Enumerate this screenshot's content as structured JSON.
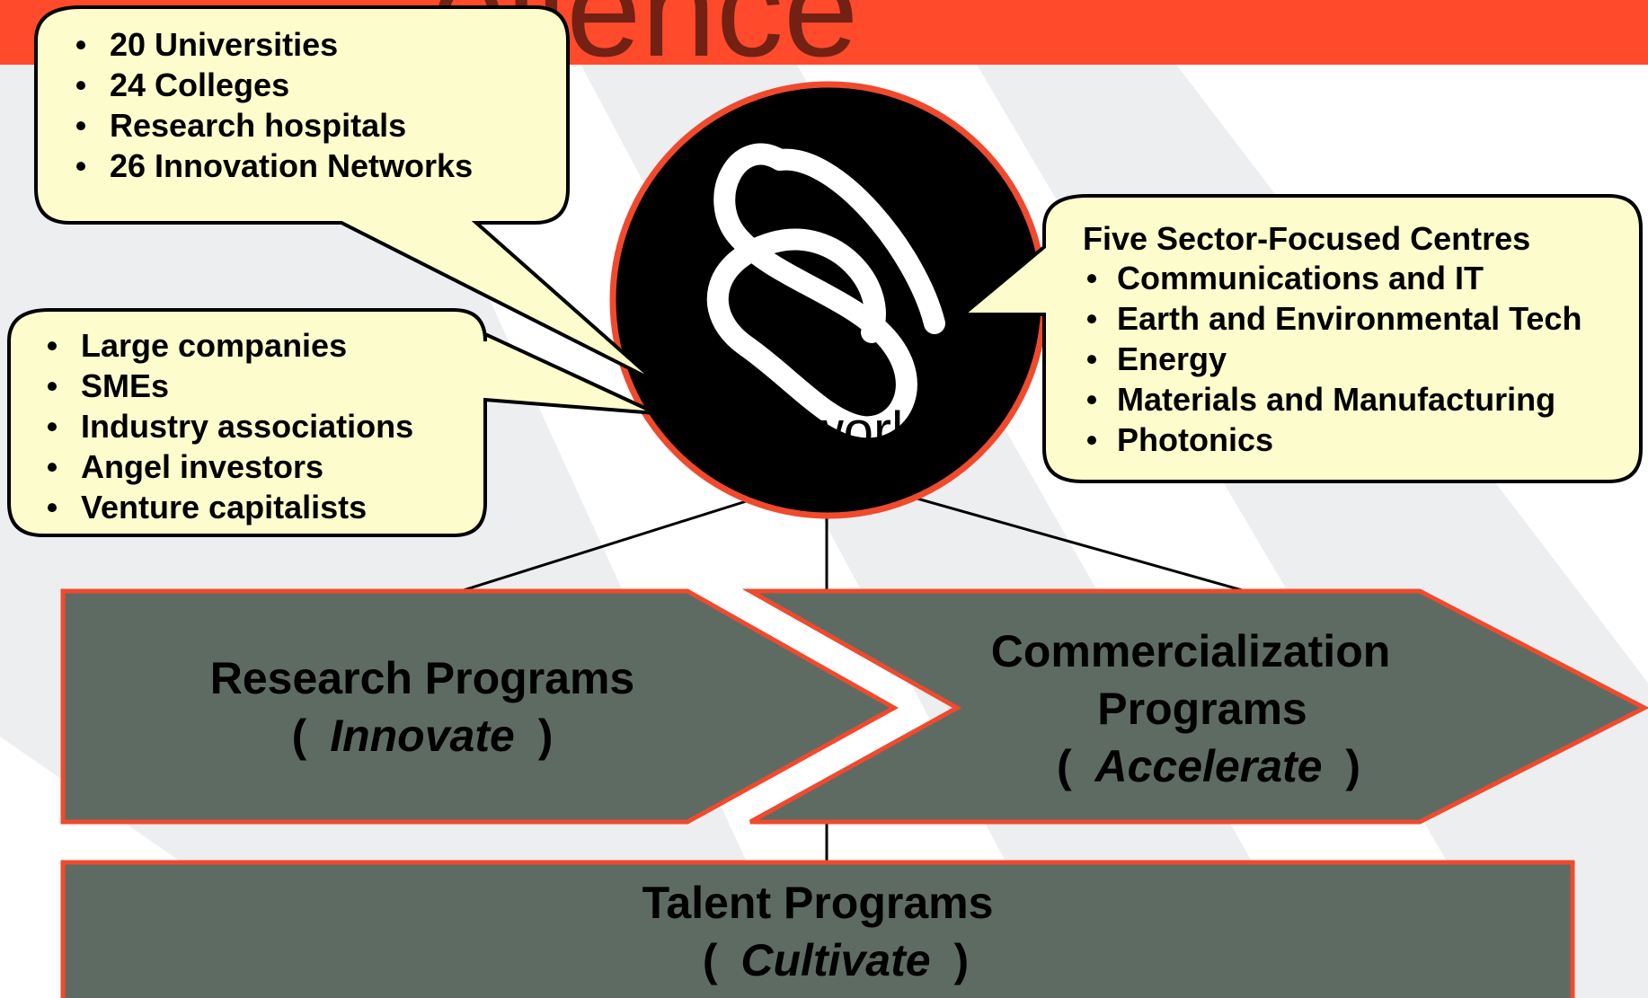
{
  "background": {
    "banner_word": "ellence",
    "banner_color": "#ff4a2c",
    "stripe_color": "#eceef0"
  },
  "hub": {
    "label": "Network",
    "fill": "#000000",
    "ring": "#f04a2e",
    "logo_icon": "network-swirl-icon"
  },
  "callouts": {
    "fill": "#fdfccd",
    "academic": [
      "20 Universities",
      "24 Colleges",
      "Research hospitals",
      "26 Innovation Networks"
    ],
    "industry": [
      "Large companies",
      "SMEs",
      "Industry associations",
      "Angel investors",
      "Venture capitalists"
    ],
    "centres": {
      "heading": "Five Sector-Focused Centres",
      "items": [
        "Communications and IT",
        "Earth and Environmental Tech",
        "Energy",
        "Materials and Manufacturing",
        "Photonics"
      ]
    }
  },
  "programs": {
    "fill": "#5e6b63",
    "border": "#f04a2e",
    "research": {
      "title": "Research Programs",
      "open": "(",
      "verb": "Innovate",
      "close": ")"
    },
    "commercialization": {
      "title_line1": "Commercialization",
      "title_line2": "Programs",
      "open": "(",
      "verb": "Accelerate",
      "close": ")"
    },
    "talent": {
      "title": "Talent Programs",
      "open": "(",
      "verb": "Cultivate",
      "close": ")"
    }
  }
}
